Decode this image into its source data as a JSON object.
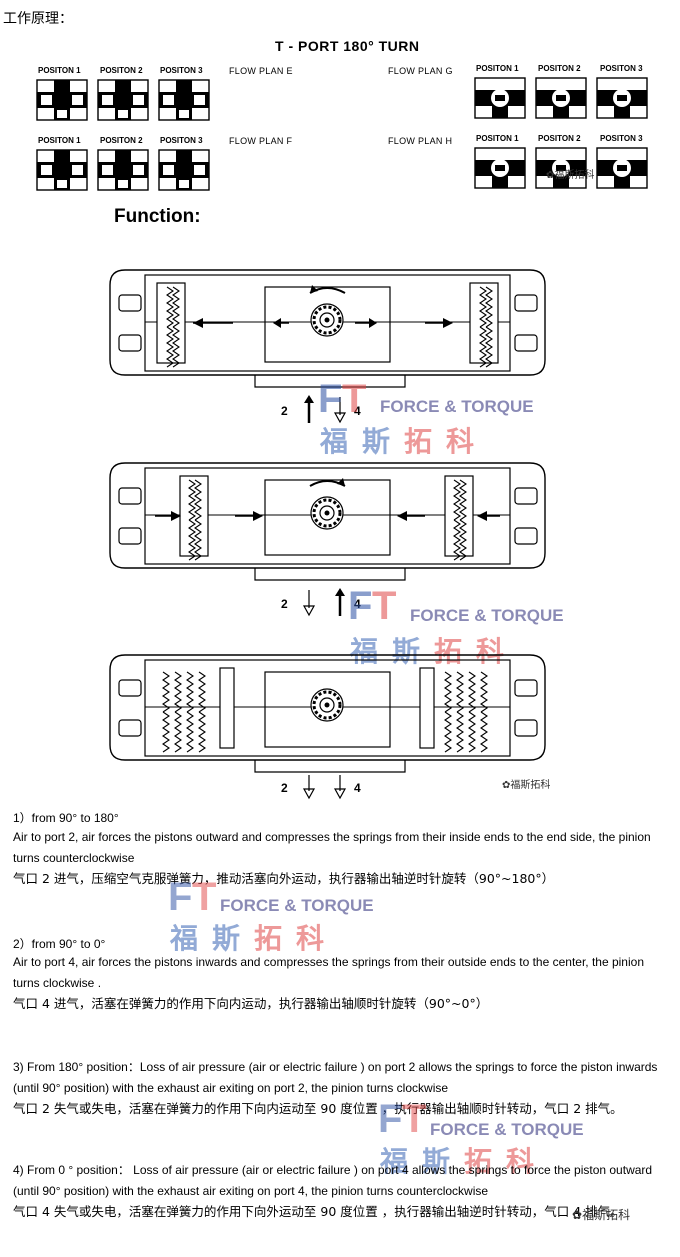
{
  "header": {
    "title": "工作原理："
  },
  "diagram": {
    "title": "T - PORT 180° TURN",
    "positions": [
      "POSITON 1",
      "POSITON 2",
      "POSITON 3"
    ],
    "plans": [
      "FLOW PLAN  E",
      "FLOW PLAN  F",
      "FLOW PLAN  G",
      "FLOW PLAN  H"
    ]
  },
  "function": {
    "title": "Function:"
  },
  "ports": {
    "port2": "2",
    "port4": "4"
  },
  "watermark": {
    "en_a": "FORCE & ",
    "en_b": "TORQUE",
    "cn_1": "福",
    "cn_2": "斯",
    "cn_3": "拓",
    "cn_4": "科",
    "wechat": "福斯拓科"
  },
  "paragraphs": [
    {
      "head": "1）from 90°  to 180°",
      "en": "Air to port 2, air forces the pistons outward and compresses the springs from their inside ends to the end side, the pinion turns counterclockwise",
      "cn": "气口 2 进气，压缩空气克服弹簧力，推动活塞向外运动，执行器输出轴逆时针旋转（90°~180°）"
    },
    {
      "head": "2）from 90°  to    0°",
      "en": "Air to port 4, air forces the pistons inwards and compresses the springs from their outside ends to the center, the pinion turns clockwise .",
      "cn": "气口 4 进气，活塞在弹簧力的作用下向内运动，执行器输出轴顺时针旋转（90°~0°）"
    },
    {
      "head": "",
      "en": "3) From 180°  position：Loss of air pressure (air or electric failure ) on port 2 allows the springs to force the piston inwards (until 90°  position) with the exhaust air exiting on port 2, the pinion turns clockwise",
      "cn": "气口 2 失气或失电，活塞在弹簧力的作用下向内运动至 90 度位置 ，执行器输出轴顺时针转动，气口 2 排气。"
    },
    {
      "head": "",
      "en": "4) From 0  °  position： Loss of air pressure (air or electric failure ) on port 4 allows the springs to force the piston outward (until 90°  position) with the exhaust air exiting on port 4, the pinion turns counterclockwise",
      "cn": "气口 4 失气或失电，活塞在弹簧力的作用下向外运动至 90 度位置 ，执行器输出轴逆时针转动，气口 4 排气。"
    }
  ]
}
